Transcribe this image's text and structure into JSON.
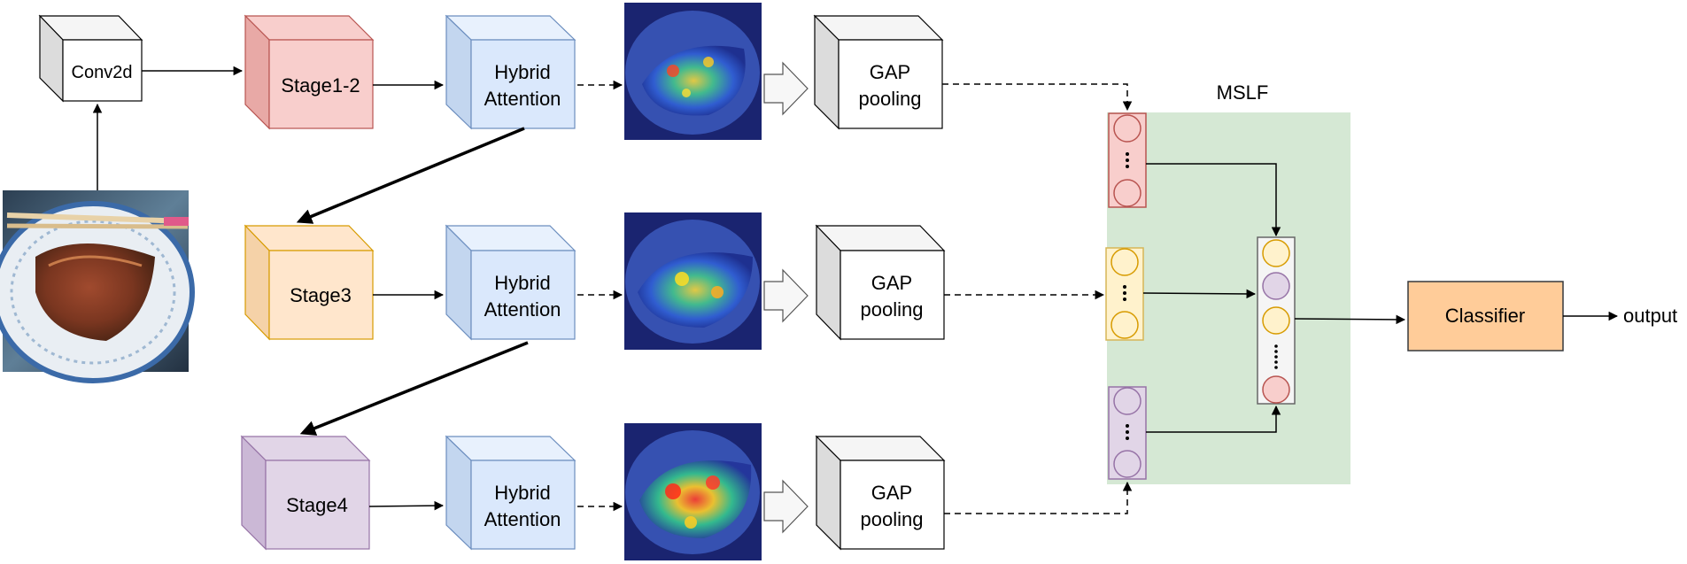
{
  "diagram": {
    "conv": "Conv2d",
    "stage12": "Stage1-2",
    "stage3": "Stage3",
    "stage4": "Stage4",
    "attention_line1": "Hybrid",
    "attention_line2": "Attention",
    "gap_line1": "GAP",
    "gap_line2": "pooling",
    "mslf": "MSLF",
    "classifier": "Classifier",
    "output": "output"
  },
  "colors": {
    "stage12_fill": "#f8cecc",
    "stage12_stroke": "#b85450",
    "stage3_fill": "#ffe6cc",
    "stage3_stroke": "#d79b00",
    "stage4_fill": "#e1d5e7",
    "stage4_stroke": "#9673a6",
    "attention_fill": "#dae8fc",
    "attention_stroke": "#6c8ebf",
    "mslf_fill": "#d5e8d4",
    "classifier_fill": "#ffcc99",
    "classifier_stroke": "#36393d",
    "yellow_fill": "#fff2cc",
    "yellow_stroke": "#d6b656"
  }
}
